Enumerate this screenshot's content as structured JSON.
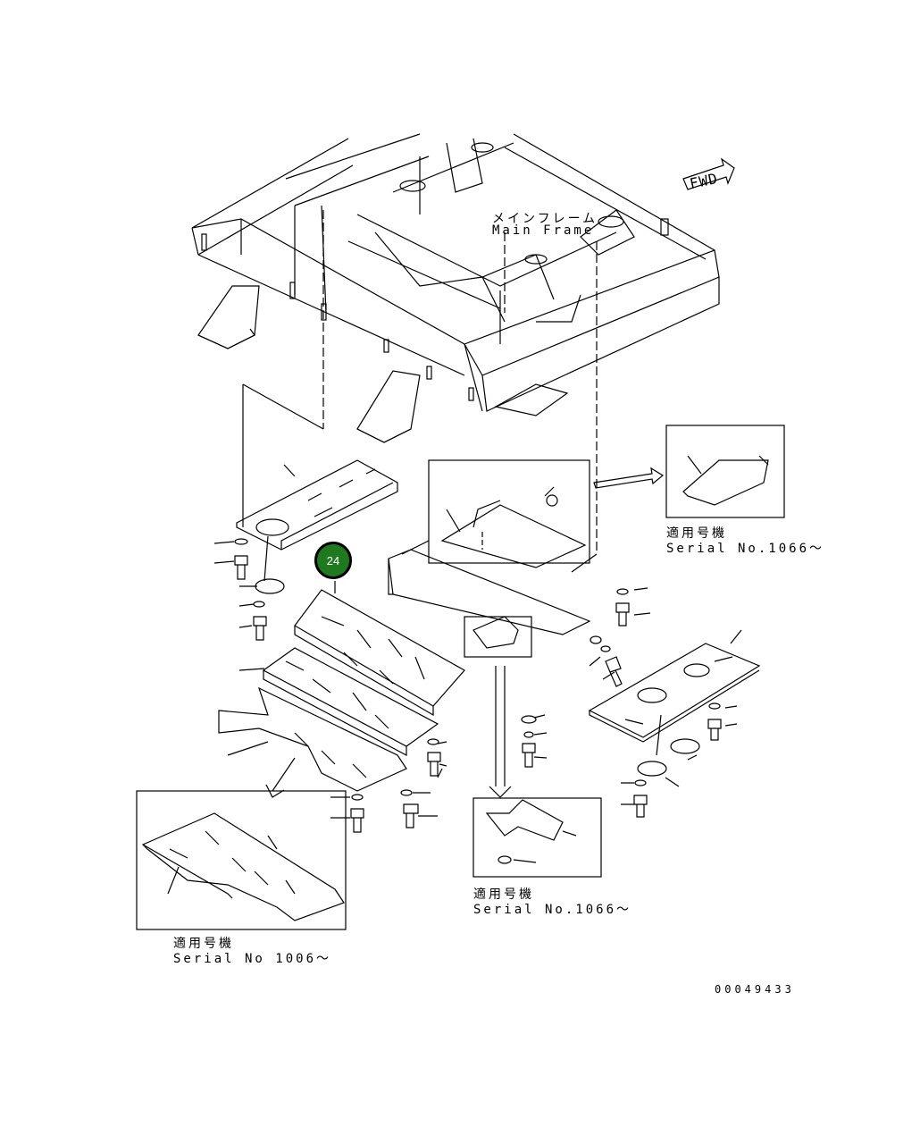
{
  "main_frame": {
    "jp": "メインフレーム",
    "en": "Main Frame"
  },
  "fwd_label": "FWD",
  "callout": {
    "number": "24",
    "color": "#1f7a1f"
  },
  "inset_right_top": {
    "jp": "適用号機",
    "serial": "Serial No.1066～"
  },
  "inset_right_bottom": {
    "jp": "適用号機",
    "serial": "Serial No.1066～"
  },
  "inset_left_bottom": {
    "jp": "適用号機",
    "serial": "Serial No 1006～"
  },
  "drawing_number": "00049433"
}
